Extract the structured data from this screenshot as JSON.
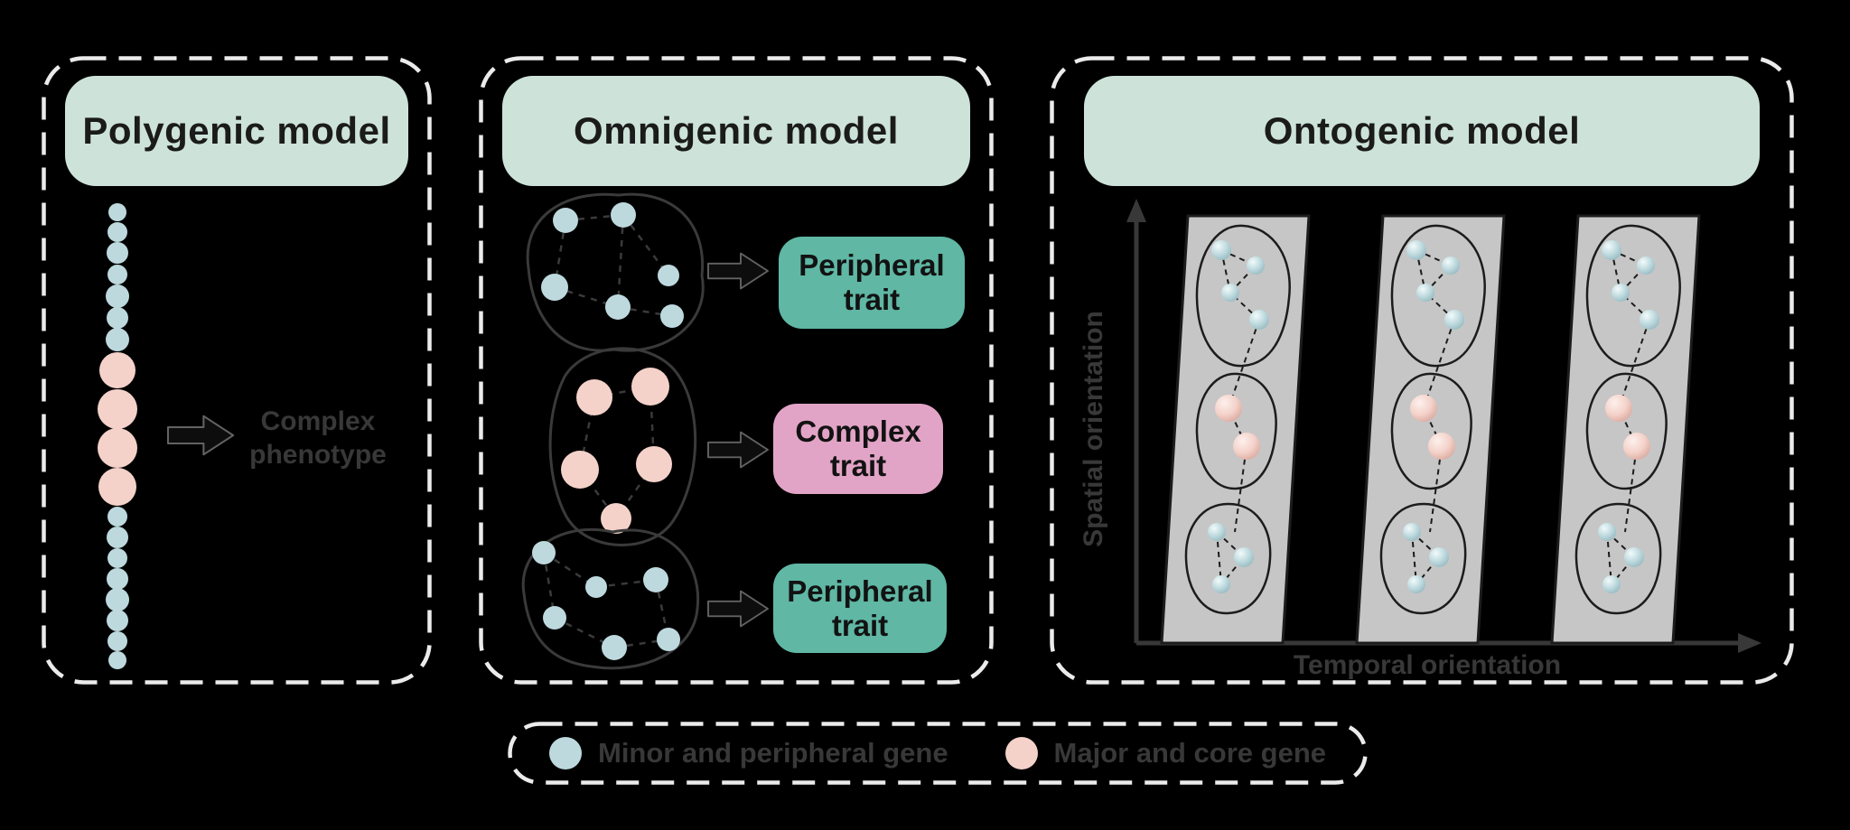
{
  "colors": {
    "background": "#000000",
    "panel_border": "#ebebeb",
    "header_bg": "#cde3d9",
    "header_text": "#1b1b1b",
    "minor_gene": "#bdd9de",
    "major_gene": "#f4d2ca",
    "peripheral_trait_bg": "#5fb7a4",
    "complex_trait_bg": "#e2a4c6",
    "trait_text": "#121212",
    "dark_annotation": "#383838",
    "plane_fill": "#c6c6c6",
    "diagram_outline": "#3a3a3a",
    "plane_outline": "#1c1c1c"
  },
  "panels": {
    "polygenic": {
      "title": "Polygenic model",
      "phenotype_label": "Complex phenotype"
    },
    "omnigenic": {
      "title": "Omnigenic model",
      "traits": [
        {
          "label": "Peripheral trait",
          "type": "peripheral"
        },
        {
          "label": "Complex trait",
          "type": "complex"
        },
        {
          "label": "Peripheral trait",
          "type": "peripheral"
        }
      ]
    },
    "ontogenic": {
      "title": "Ontogenic model",
      "y_axis_label": "Spatial orientation",
      "x_axis_label": "Temporal orientation"
    }
  },
  "legend": {
    "items": [
      {
        "label": "Minor and peripheral gene",
        "color": "#bdd9de"
      },
      {
        "label": "Major and core gene",
        "color": "#f4d2ca"
      }
    ]
  }
}
